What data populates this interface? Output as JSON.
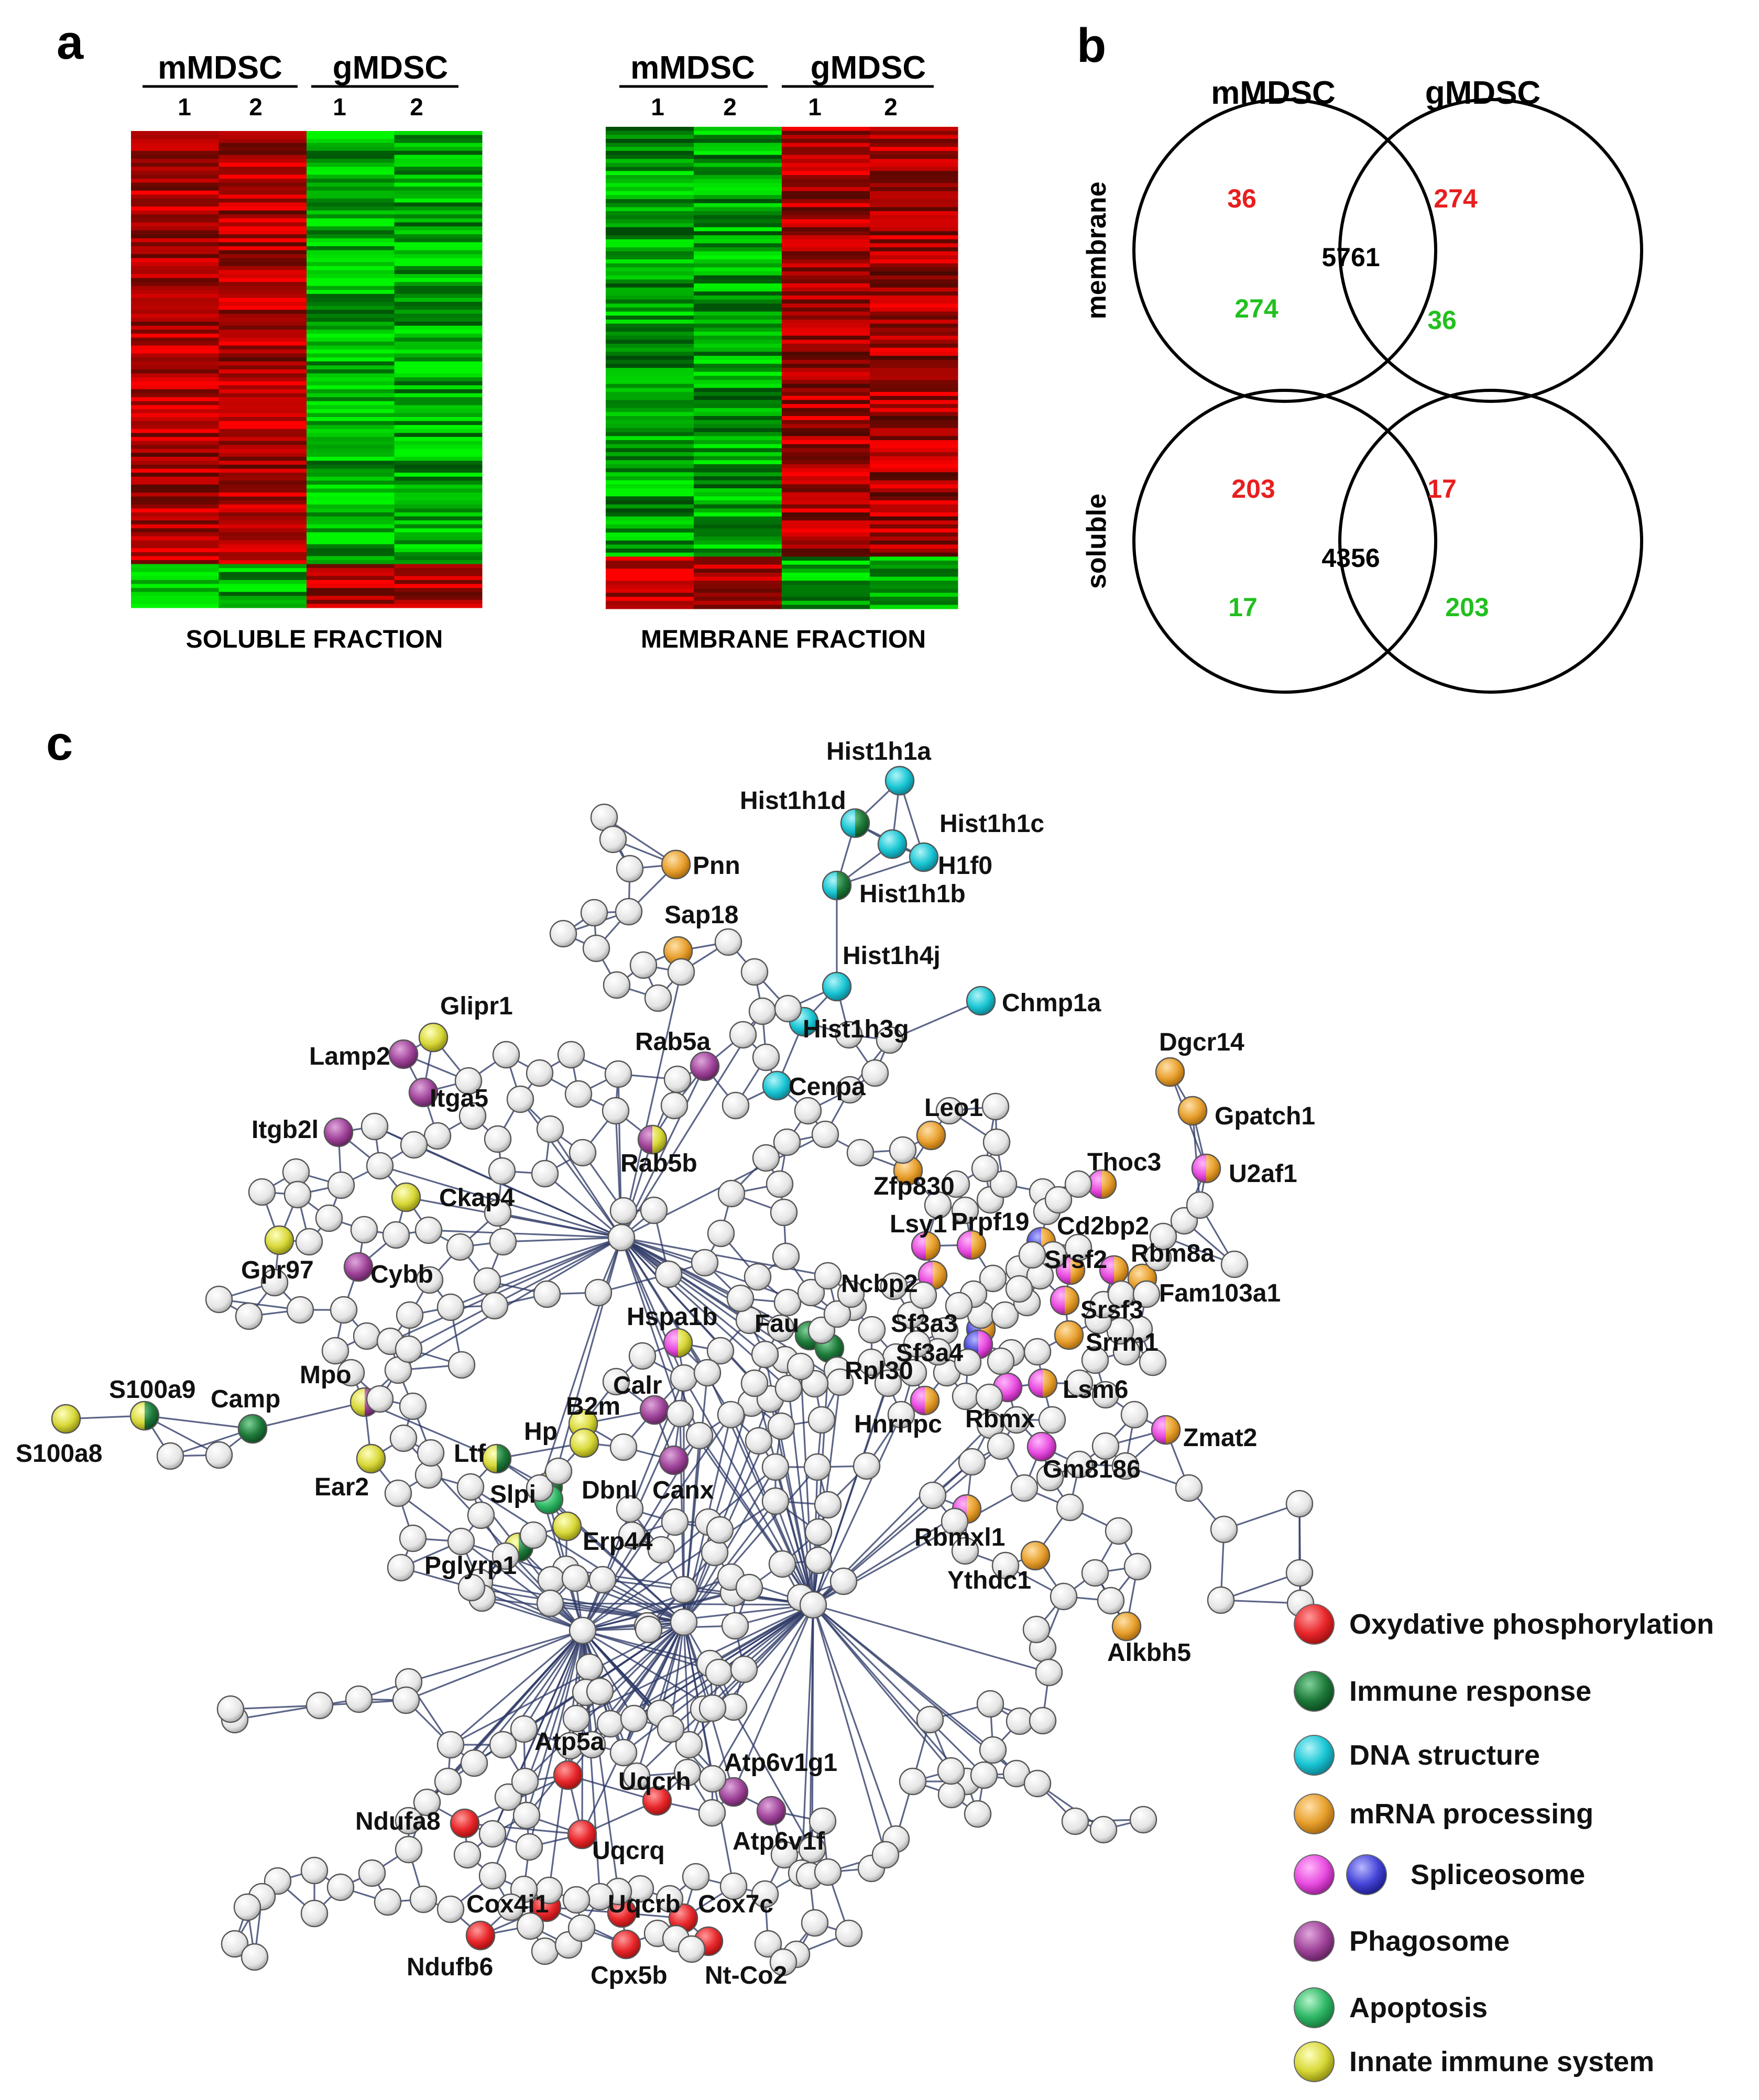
{
  "panel_a": {
    "letter": "a",
    "soluble": {
      "group1": "mMDSC",
      "group2": "gMDSC",
      "replicates": [
        "1",
        "2",
        "1",
        "2"
      ],
      "caption": "SOLUBLE FRACTION"
    },
    "membrane": {
      "group1": "mMDSC",
      "group2": "gMDSC",
      "replicates": [
        "1",
        "2",
        "1",
        "2"
      ],
      "caption": "MEMBRANE FRACTION"
    }
  },
  "panel_b": {
    "letter": "b",
    "col_left": "mMDSC",
    "col_right": "gMDSC",
    "membrane": {
      "label": "membrane",
      "left_red": "36",
      "left_green": "274",
      "center": "5761",
      "right_red": "274",
      "right_green": "36"
    },
    "soluble": {
      "label": "soluble",
      "left_red": "203",
      "left_green": "17",
      "center": "4356",
      "right_red": "17",
      "right_green": "203"
    }
  },
  "panel_c": {
    "letter": "c",
    "labels": {
      "hist1h1a": "Hist1h1a",
      "hist1h1d": "Hist1h1d",
      "hist1h1c": "Hist1h1c",
      "h1f0": "H1f0",
      "hist1h1b": "Hist1h1b",
      "pnn": "Pnn",
      "sap18": "Sap18",
      "hist1h4j": "Hist1h4j",
      "chmp1a": "Chmp1a",
      "hist1h3g": "Hist1h3g",
      "cenpa": "Cenpa",
      "rab5a": "Rab5a",
      "glipr1": "Glipr1",
      "lamp2": "Lamp2",
      "itga5": "Itga5",
      "itgb2l": "Itgb2l",
      "rab5b": "Rab5b",
      "ckap4": "Ckap4",
      "gpr97": "Gpr97",
      "cybb": "Cybb",
      "dgcr14": "Dgcr14",
      "gpatch1": "Gpatch1",
      "leo1": "Leo1",
      "thoc3": "Thoc3",
      "u2af1": "U2af1",
      "zfp830": "Zfp830",
      "lsy1": "Lsy1",
      "prpf19": "Prpf19",
      "cd2bp2": "Cd2bp2",
      "srsf2": "Srsf2",
      "rbm8a": "Rbm8a",
      "ncbp2": "Ncbp2",
      "fam103a1": "Fam103a1",
      "srsf3": "Srsf3",
      "sf3a3": "Sf3a3",
      "hspa1b": "Hspa1b",
      "fau": "Fau",
      "srrm1": "Srrm1",
      "sf3a4": "Sf3a4",
      "rpl30": "Rpl30",
      "lsm6": "Lsm6",
      "s100a9": "S100a9",
      "camp": "Camp",
      "mpo": "Mpo",
      "calr": "Calr",
      "b2m": "B2m",
      "hnrnpc": "Hnrnpc",
      "rbmx": "Rbmx",
      "zmat2": "Zmat2",
      "s100a8": "S100a8",
      "ltf": "Ltf",
      "hp": "Hp",
      "ear2": "Ear2",
      "gm8186": "Gm8186",
      "canx": "Canx",
      "slpi": "Slpi",
      "dbnl": "Dbnl",
      "rbmxl1": "Rbmxl1",
      "erp44": "Erp44",
      "ythdc1": "Ythdc1",
      "pglyrp1": "Pglyrp1",
      "alkbh5": "Alkbh5",
      "atp5a": "Atp5a",
      "atp6v1g1": "Atp6v1g1",
      "uqcrh": "Uqcrh",
      "ndufa8": "Ndufa8",
      "atp6v1f": "Atp6v1f",
      "uqcrq": "Uqcrq",
      "cox4i1": "Cox4i1",
      "uqcrb": "Uqcrb",
      "cox7c": "Cox7c",
      "ndufb6": "Ndufb6",
      "cpx5b": "Cpx5b",
      "ntco2": "Nt-Co2"
    },
    "legend": [
      {
        "label": "Oxydative phosphorylation",
        "color": "#e8262a"
      },
      {
        "label": "Immune response",
        "color": "#1e7a3a"
      },
      {
        "label": "DNA structure",
        "color": "#19c6d4"
      },
      {
        "label": "mRNA processing",
        "color": "#e8a02e"
      },
      {
        "label": "Spliceosome",
        "color": "#e84ce0",
        "color2": "#4444d8"
      },
      {
        "label": "Phagosome",
        "color": "#a0449a"
      },
      {
        "label": "Apoptosis",
        "color": "#2fb866"
      },
      {
        "label": "Innate immune system",
        "color": "#d8d83a"
      }
    ]
  }
}
